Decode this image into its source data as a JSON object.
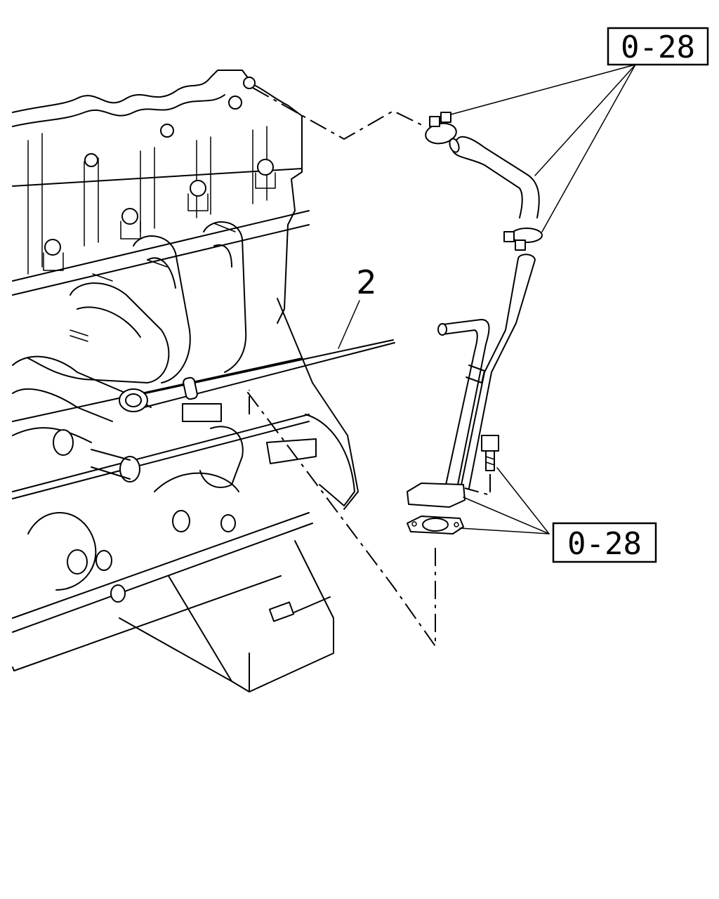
{
  "diagram": {
    "callouts": [
      {
        "id": "ref-top",
        "label": "0-28"
      },
      {
        "id": "ref-bottom",
        "label": "0-28"
      }
    ],
    "part_numbers": [
      {
        "id": "dipstick",
        "label": "2"
      }
    ]
  }
}
